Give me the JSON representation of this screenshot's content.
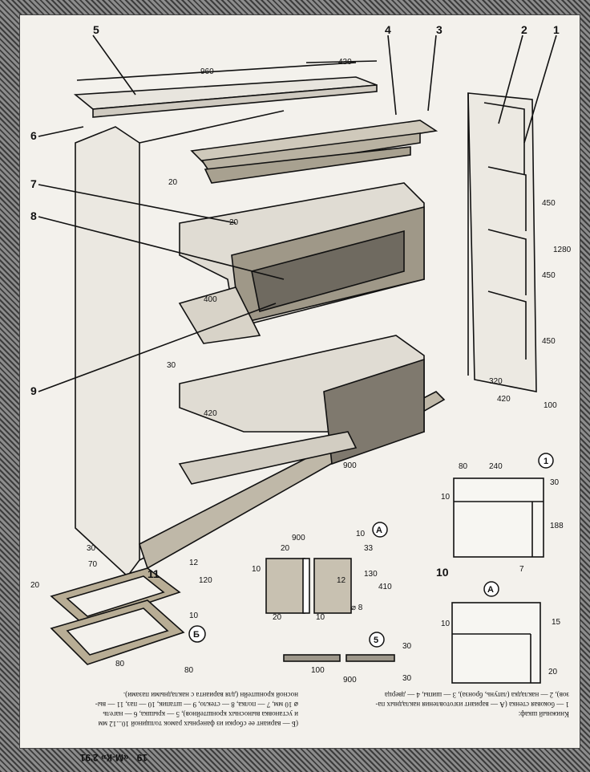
{
  "labels": {
    "part_numbers": [
      "1",
      "2",
      "3",
      "4",
      "5",
      "6",
      "7",
      "8",
      "9",
      "10",
      "11"
    ],
    "detail_A": "А",
    "detail_B": "Б",
    "detail_1": "1"
  },
  "dimensions": {
    "top_width": "960",
    "top_depth": "430",
    "d20_top": "20",
    "d20_shelf": "20",
    "d400": "400",
    "d420": "420",
    "d30": "30",
    "d900_bottom": "900",
    "d100": "100",
    "d320": "320",
    "d420_side": "420",
    "d1280": "1280",
    "d450a": "450",
    "d450b": "450",
    "d450c": "450",
    "dA_900": "900",
    "dA_20": "20",
    "dA_10a": "10",
    "dA_33": "33",
    "dA_130": "130",
    "dA_410": "410",
    "dA_10b": "10",
    "dA_12": "12",
    "dA_10c": "10",
    "dA_d8": "⌀ 8",
    "dA_20b": "20",
    "d1_80": "80",
    "d1_240": "240",
    "d1_30": "30",
    "d1_10": "10",
    "d1_188": "188",
    "d1_7": "7",
    "dB_10": "10",
    "dB_15": "15",
    "dB_20": "20",
    "d5_100": "100",
    "d5_900": "900",
    "d5_30a": "30",
    "d5_30b": "30",
    "dB_30": "30",
    "dB_70": "70",
    "dB_20b": "20",
    "dB_10b": "10",
    "dB_120": "120",
    "dB_12": "12",
    "dB_80": "80",
    "dB_80b": "80"
  },
  "captions": {
    "left": "(Б — вариант ее сборки из фанерных рамок толщиной 10...12 мм\nи установка выносных кронштейнов), 5 — крышка, 6 — нагель\n⌀ 10 мм, 7 — полка, 8 — стекло, 9 — штапик, 10 — паз, 11 — вы-\nносной кронштейн (для варианта с накладными пазами).",
    "right": "Книжный шкаф:\n1 — боковая стенка (А — вариант изготовления накладных па-\nзов), 2 — накладка (латунь, бронза), 3 — шипы, 4 — дверца"
  },
  "footer": {
    "page": "19",
    "issue": "«М-К» 2'91"
  }
}
